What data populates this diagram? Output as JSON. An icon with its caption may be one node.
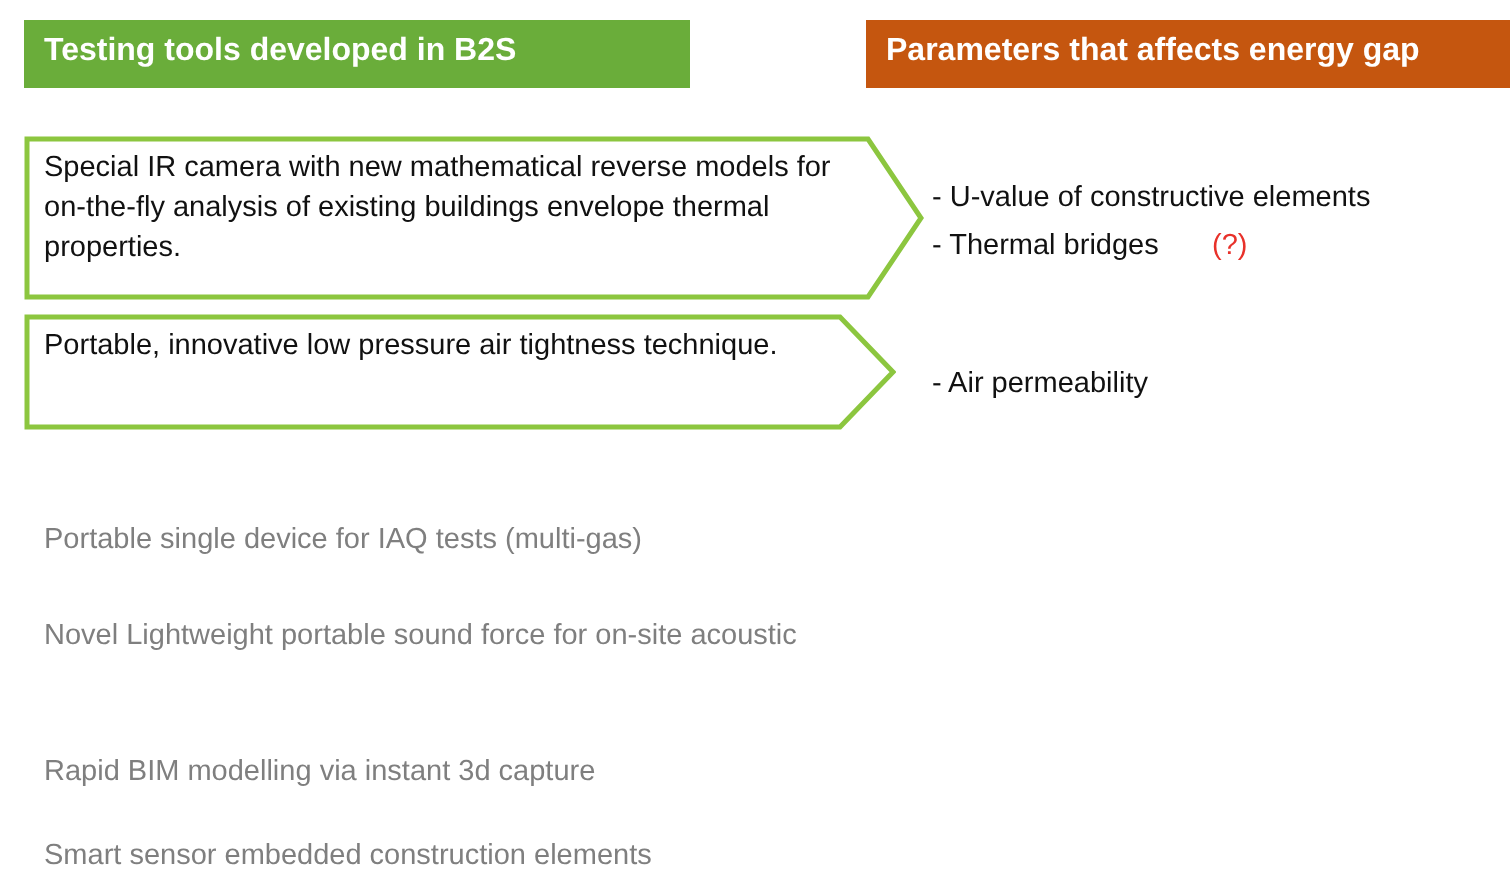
{
  "diagram": {
    "nodes": [
      {
        "text": [
          "Testing tools developed in B2S"
        ]
      },
      {
        "text": [
          "Parameters that affects energy gap"
        ]
      },
      {
        "text": [
          "Special IR camera with new mathematical reverse models for on-the-fly analysis of existing buildings envelope thermal properties."
        ]
      },
      {
        "text": [
          "Portable, innovative low pressure air tightness technique."
        ]
      }
    ],
    "labels": [
      "- U-value of constructive elements",
      "- Thermal bridges",
      "(?)",
      "- Air permeability",
      "Portable single device for IAQ tests (multi-gas)",
      "Novel Lightweight portable sound force for on-site acoustic",
      "Rapid BIM modelling via instant 3d capture",
      "Smart sensor embedded construction elements"
    ]
  }
}
